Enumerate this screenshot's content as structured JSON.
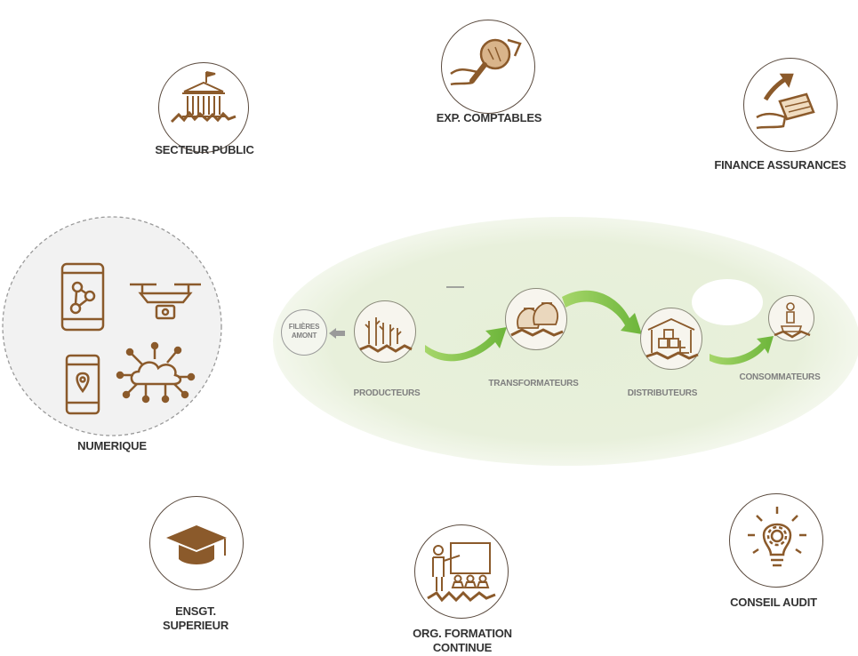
{
  "actors": {
    "secteur_public": "SECTEUR PUBLIC",
    "exp_comptables": "EXP. COMPTABLES",
    "finance_assurances": "FINANCE ASSURANCES",
    "numerique": "NUMERIQUE",
    "ensgt_superieur_line1": "ENSGT.",
    "ensgt_superieur_line2": "SUPERIEUR",
    "org_formation_line1": "ORG. FORMATION",
    "org_formation_line2": "CONTINUE",
    "conseil_audit": "CONSEIL AUDIT"
  },
  "chain": {
    "filieres_line1": "FILIÈRES",
    "filieres_line2": "AMONT",
    "producteurs": "PRODUCTEURS",
    "transformateurs": "TRANSFORMATEURS",
    "distributeurs": "DISTRIBUTEURS",
    "consommateurs": "CONSOMMATEURS"
  },
  "colors": {
    "brown": "#8b5a2b",
    "dark_outline": "#5a4a3e",
    "green_arrow": "#7cc142",
    "ellipse_fill": "#e6efd8"
  },
  "icons": [
    "courthouse-icon",
    "magnifier-icon",
    "money-growth-icon",
    "smartphone-network-icon",
    "drone-icon",
    "smartphone-location-icon",
    "cloud-network-icon",
    "graduation-cap-icon",
    "teacher-board-icon",
    "lightbulb-gear-icon",
    "crops-icon",
    "sacks-icon",
    "warehouse-icon",
    "consumer-icon"
  ]
}
